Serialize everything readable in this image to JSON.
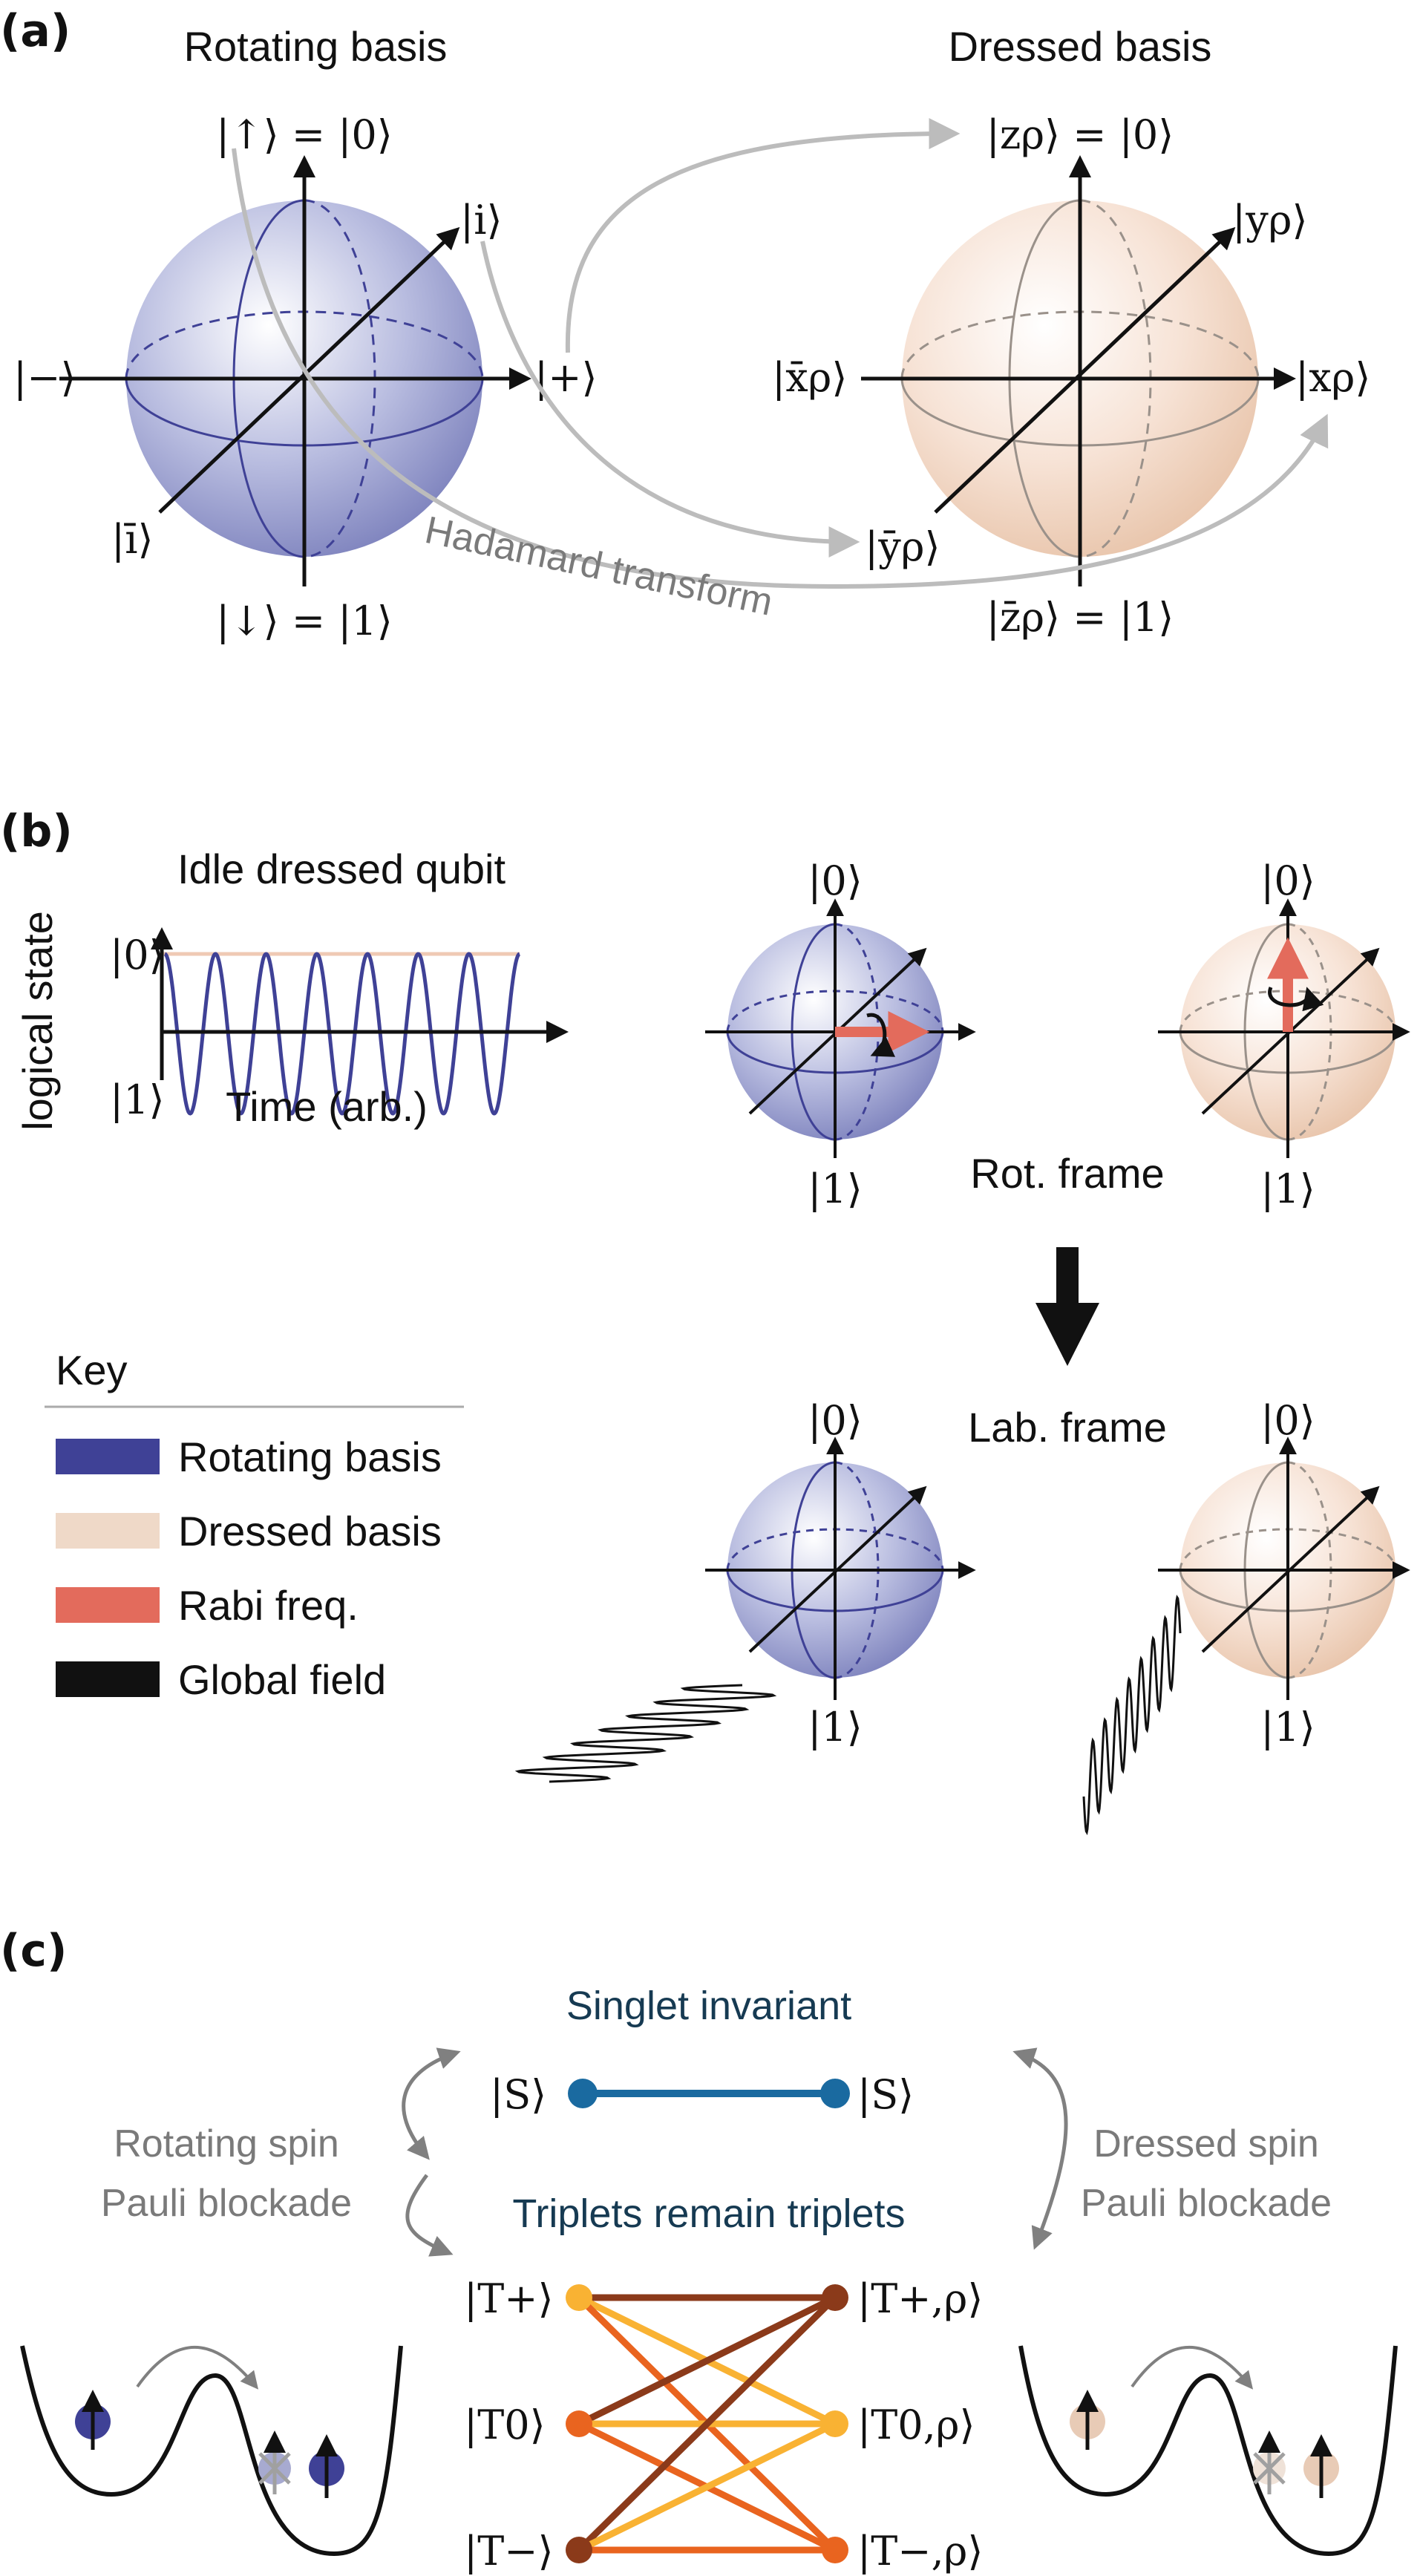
{
  "panels": {
    "a": {
      "label": "(a)",
      "left_title": "Rotating basis",
      "right_title": "Dressed basis",
      "left_kets": {
        "top": "|↑⟩ = |0⟩",
        "bottom": "|↓⟩ = |1⟩",
        "left": "|−⟩",
        "right": "|+⟩",
        "diag_up": "|i⟩",
        "diag_down": "|ī⟩"
      },
      "right_kets": {
        "top": "|zρ⟩ = |0⟩",
        "bottom": "|z̄ρ⟩ = |1⟩",
        "left": "|x̄ρ⟩",
        "right": "|xρ⟩",
        "diag_up": "|yρ⟩",
        "diag_down": "|ȳρ⟩"
      },
      "transform_label": "Hadamard transform"
    },
    "b": {
      "label": "(b)",
      "plot_title": "Idle dressed qubit",
      "y_axis_label": "logical state",
      "x_axis_label": "Time (arb.)",
      "ytick_top": "|0⟩",
      "ytick_bottom": "|1⟩",
      "sphere_top": "|0⟩",
      "sphere_bottom": "|1⟩",
      "rot_frame": "Rot. frame",
      "lab_frame": "Lab. frame",
      "key_title": "Key",
      "key_items": [
        {
          "label": "Rotating basis",
          "color": "#3f4196"
        },
        {
          "label": "Dressed basis",
          "color": "#efd9c8"
        },
        {
          "label": "Rabi freq.",
          "color": "#e36b5c"
        },
        {
          "label": "Global field",
          "color": "#111111"
        }
      ]
    },
    "c": {
      "label": "(c)",
      "singlet_title": "Singlet invariant",
      "singlet_left": "|S⟩",
      "singlet_right": "|S⟩",
      "triplet_title": "Triplets remain triplets",
      "left_caption_1": "Rotating spin",
      "left_caption_2": "Pauli blockade",
      "right_caption_1": "Dressed spin",
      "right_caption_2": "Pauli blockade",
      "triplets_left": [
        "|T+⟩",
        "|T0⟩",
        "|T−⟩"
      ],
      "triplets_right": [
        "|T+,ρ⟩",
        "|T0,ρ⟩",
        "|T−,ρ⟩"
      ]
    }
  },
  "colors": {
    "rotating": "#3f4196",
    "dressed": "#efd9c8",
    "rabi": "#e36b5c",
    "singlet": "#1a6aa0",
    "t_plus": "#f9b233",
    "t_zero": "#e9641f",
    "t_minus": "#8b3a1a"
  }
}
